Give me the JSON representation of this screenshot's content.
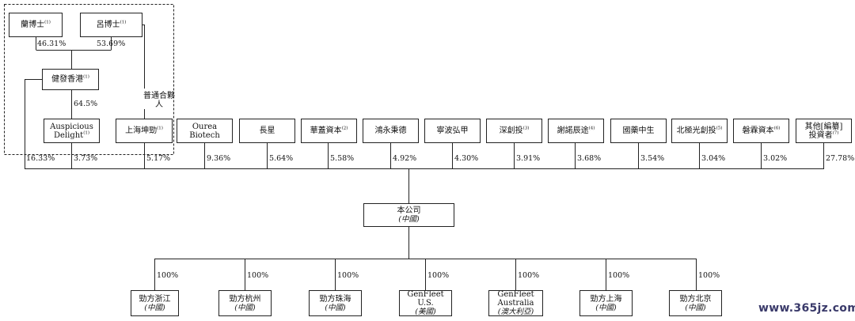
{
  "founders": {
    "lan": {
      "name": "蘭博士",
      "note": "(1)",
      "pct": "46.31%"
    },
    "lu": {
      "name": "呂博士",
      "note": "(1)",
      "pct": "53.69%"
    }
  },
  "jianfa": {
    "name": "健發香港",
    "note": "(1)",
    "pct_down": "64.5%",
    "pct_company": "16.33%"
  },
  "gp_label": "普通合夥人",
  "shareholders": [
    {
      "line1": "Auspicious",
      "line2": "Delight",
      "note": "(1)",
      "pct": "3.73%"
    },
    {
      "line1": "上海坤勁",
      "line2": "",
      "note": "(1)",
      "pct": "5.17%"
    },
    {
      "line1": "Ourea",
      "line2": "Biotech",
      "note": "",
      "pct": "9.36%"
    },
    {
      "line1": "長星",
      "line2": "",
      "note": "",
      "pct": "5.64%"
    },
    {
      "line1": "華蓋資本",
      "line2": "",
      "note": "(2)",
      "pct": "5.58%"
    },
    {
      "line1": "鴻永秉德",
      "line2": "",
      "note": "",
      "pct": "4.92%"
    },
    {
      "line1": "寧波弘甲",
      "line2": "",
      "note": "",
      "pct": "4.30%"
    },
    {
      "line1": "深創投",
      "line2": "",
      "note": "(3)",
      "pct": "3.91%"
    },
    {
      "line1": "謝諾辰途",
      "line2": "",
      "note": "(4)",
      "pct": "3.68%"
    },
    {
      "line1": "國藥中生",
      "line2": "",
      "note": "",
      "pct": "3.54%"
    },
    {
      "line1": "北極光創投",
      "line2": "",
      "note": "(5)",
      "pct": "3.04%"
    },
    {
      "line1": "磐霖資本",
      "line2": "",
      "note": "(6)",
      "pct": "3.02%"
    },
    {
      "line1": "其他[編纂]",
      "line2": "投資者",
      "note": "(7)",
      "pct": "27.78%"
    }
  ],
  "company": {
    "name": "本公司",
    "sub": "(中國)"
  },
  "subsidiaries": [
    {
      "line1": "勁方浙江",
      "line2": "",
      "sub": "(中國)",
      "pct": "100%"
    },
    {
      "line1": "勁方杭州",
      "line2": "",
      "sub": "(中國)",
      "pct": "100%"
    },
    {
      "line1": "勁方珠海",
      "line2": "",
      "sub": "(中國)",
      "pct": "100%"
    },
    {
      "line1": "GenFleet",
      "line2": "U.S.",
      "sub": "(美國)",
      "pct": "100%"
    },
    {
      "line1": "GenFleet",
      "line2": "Australia",
      "sub": "(澳大利亞)",
      "pct": "100%"
    },
    {
      "line1": "勁方上海",
      "line2": "",
      "sub": "(中國)",
      "pct": "100%"
    },
    {
      "line1": "勁方北京",
      "line2": "",
      "sub": "(中國)",
      "pct": "100%"
    }
  ],
  "watermark": "www.365jz.com"
}
